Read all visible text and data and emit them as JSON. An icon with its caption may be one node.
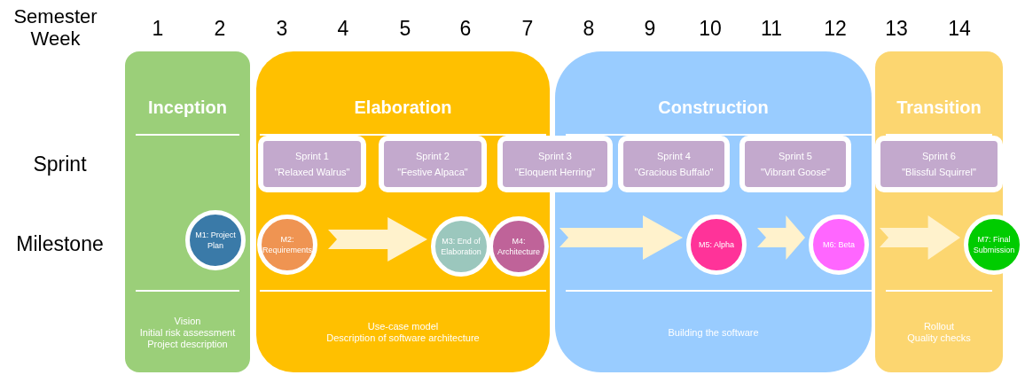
{
  "diagram": {
    "nodes": [
      {
        "text": [
          "Inception",
          "Vision",
          "Initial risk assessment",
          "Project description"
        ]
      },
      {
        "text": [
          "Elaboration",
          "Use-case model",
          "Description of software architecture"
        ]
      },
      {
        "text": [
          "Construction",
          "Building the software"
        ]
      },
      {
        "text": [
          "Transition",
          "Rollout",
          "Quality checks"
        ]
      },
      {
        "text": [
          "Sprint 1",
          "\"Relaxed Walrus\""
        ],
        "in": 1
      },
      {
        "text": [
          "Sprint 2",
          "\"Festive Alpaca\""
        ],
        "in": 1
      },
      {
        "text": [
          "Sprint 3",
          "\"Eloquent Herring\""
        ]
      },
      {
        "text": [
          "Sprint 4",
          "\"Gracious Buffalo\""
        ],
        "in": 2
      },
      {
        "text": [
          "Sprint 5",
          "\"Vibrant Goose\""
        ],
        "in": 2
      },
      {
        "text": [
          "Sprint 6",
          "\"Blissful Squirrel\""
        ],
        "in": 3
      },
      {
        "text": [
          "M1: Project Plan"
        ],
        "in": 0
      },
      {
        "text": [
          "M2: Requirements"
        ],
        "in": 1
      },
      {
        "text": [
          "M3: End of Elaboration"
        ],
        "in": 1
      },
      {
        "text": [
          "M4: Architecture"
        ],
        "in": 1
      },
      {
        "text": [
          "M5: Alpha"
        ],
        "in": 2
      },
      {
        "text": [
          "M6: Beta"
        ],
        "in": 2
      },
      {
        "text": [
          "M7: Final Submission"
        ]
      }
    ],
    "edges": [
      {
        "from": 11,
        "to": 12,
        "arrow": "to"
      },
      {
        "from": 13,
        "to": 14,
        "arrow": "to"
      },
      {
        "from": 14,
        "to": 15,
        "arrow": "to"
      },
      {
        "from": 15,
        "to": 16,
        "arrow": "to"
      }
    ],
    "labels": [
      "Semester Week",
      "1",
      "2",
      "3",
      "4",
      "5",
      "6",
      "7",
      "8",
      "9",
      "10",
      "11",
      "12",
      "13",
      "14",
      "Sprint",
      "Milestone"
    ]
  }
}
